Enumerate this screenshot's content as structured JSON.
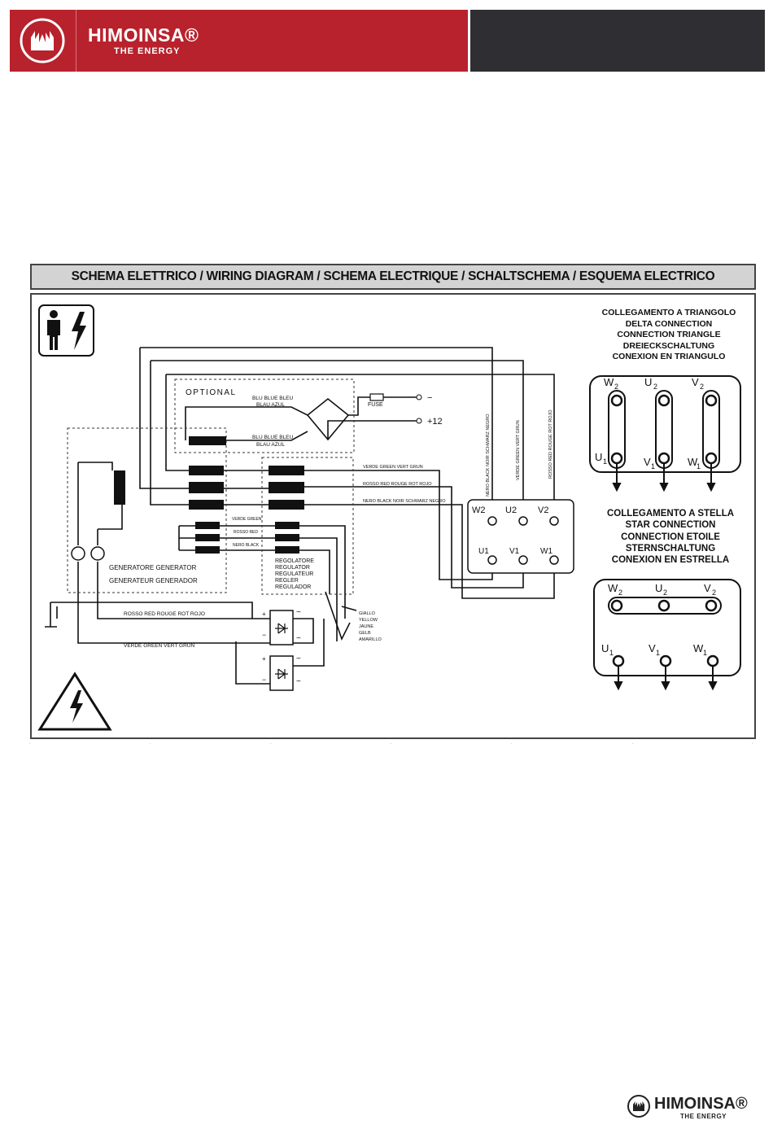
{
  "header": {
    "brand_name": "HIMOINSA®",
    "brand_tagline": "THE ENERGY",
    "logo_icon": "himoinsa-flame-logo"
  },
  "diagram": {
    "title": "SCHEMA ELETTRICO / WIRING DIAGRAM / SCHEMA ELECTRIQUE / SCHALTSCHEMA / ESQUEMA ELECTRICO",
    "optional_label": "OPTIONAL",
    "fuse_label": "FUSE",
    "minus_label": "−",
    "plus12_label": "+12",
    "blu_top": "BLU BLUE BLEU",
    "blau_top": "BLAU AZUL",
    "blu_bottom": "BLU BLUE BLEU",
    "blau_bottom": "BLAU AZUL",
    "wire_green": "VERDE GREEN VERT GRUN",
    "wire_red": "ROSSO RED ROUGE ROT ROJO",
    "wire_black": "NERO BLACK NOIR SCHWARZ NEGRO",
    "vert_black": "NERO BLACK NOIR SCHWARZ NEGRO",
    "vert_green": "VERDE GREEN VERT GRUN",
    "vert_red": "ROSSO RED ROUGE ROT ROJO",
    "small_green": "VERDE GREEN",
    "small_red": "ROSSO RED",
    "small_black": "NERO BLACK",
    "generator_1": "GENERATORE GENERATOR",
    "generator_2": "GENERATEUR GENERADOR",
    "regulator": [
      "REGOLATORE",
      "REGULATOR",
      "REGULATEUR",
      "REGLER",
      "REGULADOR"
    ],
    "rosso_bottom": "ROSSO RED ROUGE ROT ROJO",
    "verde_bottom": "VERDE GREEN VERT GRUN",
    "yellow": [
      "GIALLO",
      "YELLOW",
      "JAUNE",
      "GELB",
      "AMARILLO"
    ],
    "terminals_top": [
      "W2",
      "U2",
      "V2"
    ],
    "terminals_bottom": [
      "U1",
      "V1",
      "W1"
    ],
    "delta_heading": [
      "COLLEGAMENTO A TRIANGOLO",
      "DELTA CONNECTION",
      "CONNECTION TRIANGLE",
      "DREIECKSCHALTUNG",
      "CONEXION EN TRIANGULO"
    ],
    "star_heading": [
      "COLLEGAMENTO A STELLA",
      "STAR CONNECTION",
      "CONNECTION ETOILE",
      "STERNSCHALTUNG",
      "CONEXION EN ESTRELLA"
    ],
    "delta_top": [
      "W",
      "U",
      "V"
    ],
    "delta_bottom": [
      "U",
      "V",
      "W"
    ],
    "sub_2": "2",
    "sub_1": "1",
    "star_top": [
      "W",
      "U",
      "V"
    ],
    "star_bottom": [
      "U",
      "V",
      "W"
    ],
    "icons": [
      "electrician-warning-icon",
      "high-voltage-warning-icon"
    ]
  },
  "footer": {
    "brand_name": "HIMOINSA®",
    "brand_tagline": "THE ENERGY"
  }
}
